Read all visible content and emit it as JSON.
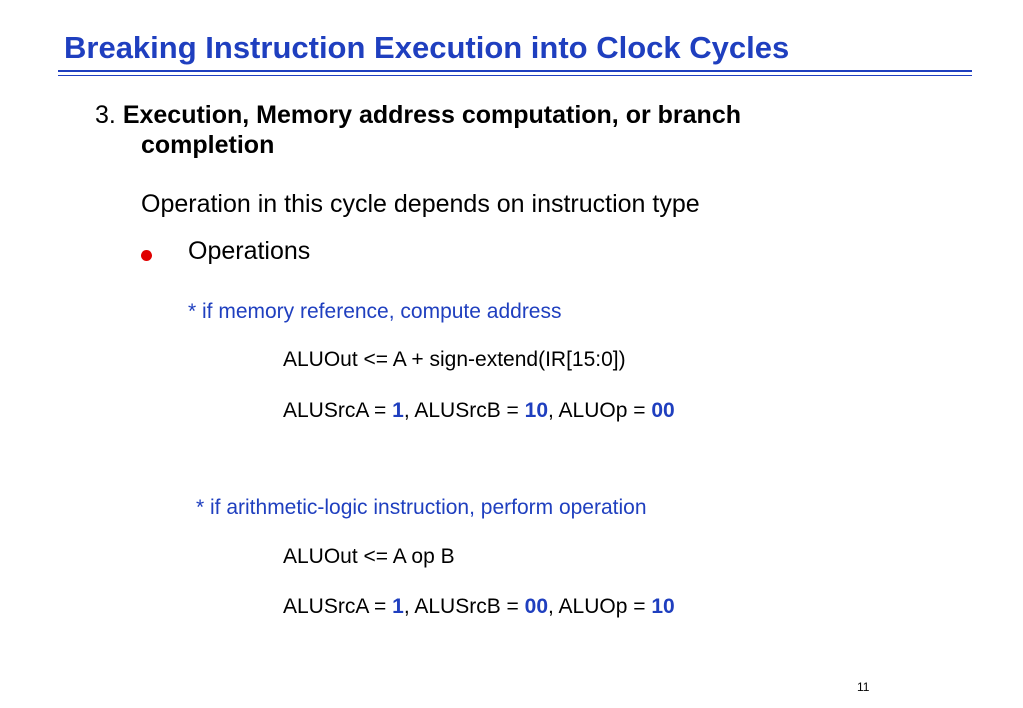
{
  "title": "Breaking Instruction Execution into Clock Cycles",
  "step": {
    "number": "3.",
    "heading_line1": "Execution, Memory address computation, or branch",
    "heading_line2": "completion"
  },
  "description": "Operation in this cycle depends on instruction type",
  "bullet": "Operations",
  "memory_case": {
    "label": "* if memory reference, compute address",
    "line1": "ALUOut <= A + sign-extend(IR[15:0])",
    "alusrca_label": "ALUSrcA = ",
    "alusrca_value": "1",
    "alusrcb_label": ", ALUSrcB = ",
    "alusrcb_value": "10",
    "aluop_label": ", ALUOp = ",
    "aluop_value": "00"
  },
  "arith_case": {
    "label": "* if arithmetic-logic instruction, perform operation",
    "line1": "ALUOut <= A op B",
    "alusrca_label": "ALUSrcA = ",
    "alusrca_value": "1",
    "alusrcb_label": ", ALUSrcB = ",
    "alusrcb_value": "00",
    "aluop_label": ", ALUOp = ",
    "aluop_value": "10"
  },
  "page_number": "11",
  "colors": {
    "accent": "#1f3fbf",
    "bullet": "#e00000"
  }
}
